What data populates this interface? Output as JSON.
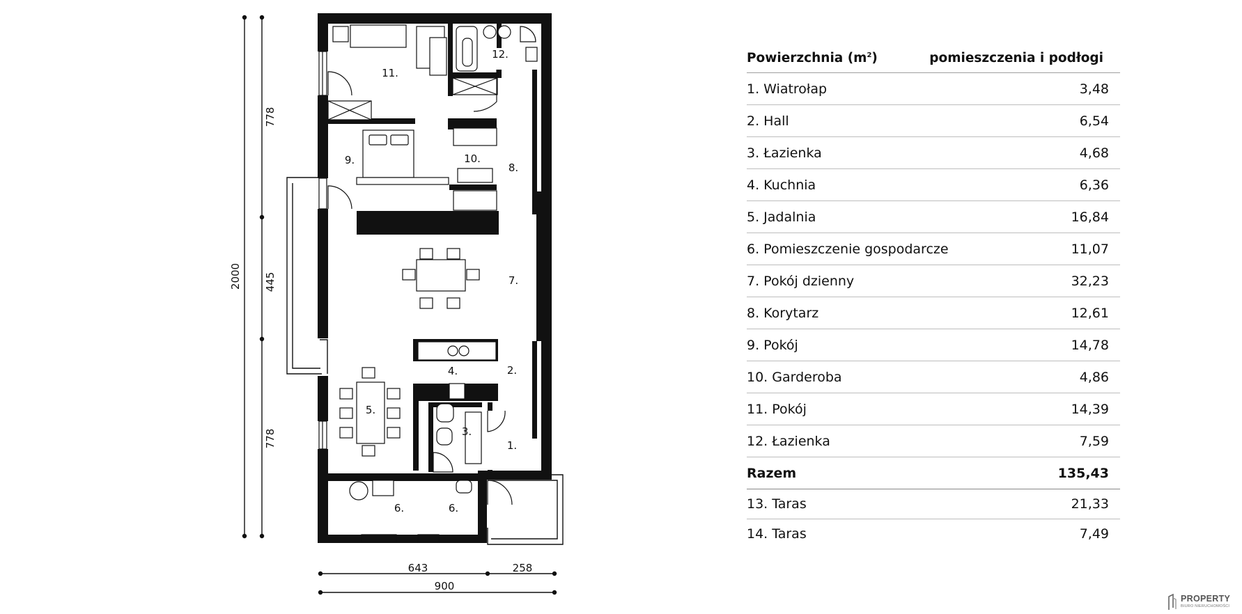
{
  "plan": {
    "dimensions": {
      "total_height": "2000",
      "upper_height": "778",
      "middle_height": "445",
      "lower_height": "778",
      "width_left": "643",
      "width_right": "258",
      "total_width": "900"
    },
    "rooms": [
      {
        "label": "1."
      },
      {
        "label": "2."
      },
      {
        "label": "3."
      },
      {
        "label": "4."
      },
      {
        "label": "5."
      },
      {
        "label": "6."
      },
      {
        "label": "6."
      },
      {
        "label": "7."
      },
      {
        "label": "8."
      },
      {
        "label": "9."
      },
      {
        "label": "10."
      },
      {
        "label": "11."
      },
      {
        "label": "12."
      }
    ]
  },
  "table": {
    "header": {
      "left_prefix": "Powierzchnia (m",
      "left_sup": "2",
      "left_suffix": ")",
      "right": "pomieszczenia i podłogi"
    },
    "rows": [
      {
        "name": "1. Wiatrołap",
        "value": "3,48"
      },
      {
        "name": "2. Hall",
        "value": "6,54"
      },
      {
        "name": "3. Łazienka",
        "value": "4,68"
      },
      {
        "name": "4. Kuchnia",
        "value": "6,36"
      },
      {
        "name": "5. Jadalnia",
        "value": "16,84"
      },
      {
        "name": "6. Pomieszczenie gospodarcze",
        "value": "11,07"
      },
      {
        "name": "7. Pokój dzienny",
        "value": "32,23"
      },
      {
        "name": "8. Korytarz",
        "value": "12,61"
      },
      {
        "name": "9. Pokój",
        "value": "14,78"
      },
      {
        "name": "10. Garderoba",
        "value": "4,86"
      },
      {
        "name": "11. Pokój",
        "value": "14,39"
      },
      {
        "name": "12. Łazienka",
        "value": "7,59"
      }
    ],
    "total": {
      "name": "Razem",
      "value": "135,43"
    },
    "extra_rows": [
      {
        "name": "13. Taras",
        "value": "21,33"
      },
      {
        "name": "14. Taras",
        "value": "7,49"
      }
    ]
  },
  "logo": {
    "name": "PROPERTY",
    "tagline": "BIURO NIERUCHOMOŚCI"
  }
}
